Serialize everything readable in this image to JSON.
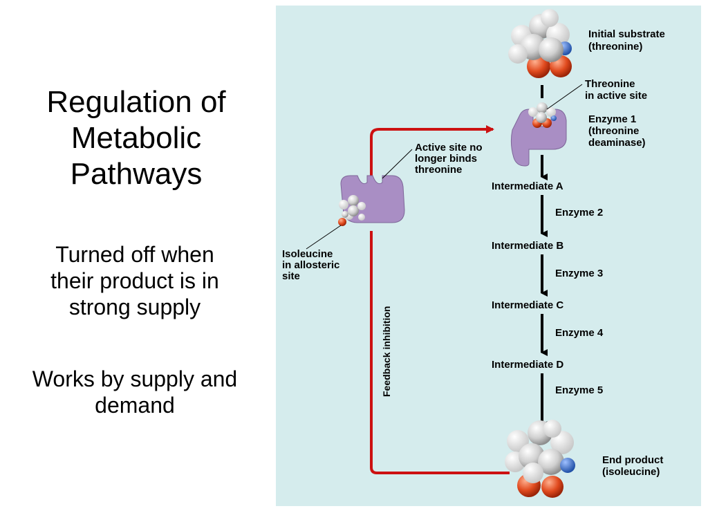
{
  "slide": {
    "title_lines": [
      "Regulation of",
      "Metabolic",
      "Pathways"
    ],
    "points": [
      [
        "Turned off when",
        "their product is in",
        "strong supply"
      ],
      [
        "Works by supply and",
        "demand"
      ]
    ]
  },
  "diagram": {
    "initial_substrate": [
      "Initial substrate",
      "(threonine)"
    ],
    "threonine_active_site": [
      "Threonine",
      "in active site"
    ],
    "enzyme1": [
      "Enzyme 1",
      "(threonine",
      "deaminase)"
    ],
    "active_site_no_longer": [
      "Active site no",
      "longer binds",
      "threonine"
    ],
    "isoleucine_allosteric": [
      "Isoleucine",
      "in allosteric",
      "site"
    ],
    "feedback_inhibition": "Feedback inhibition",
    "intermediates": [
      "Intermediate A",
      "Intermediate B",
      "Intermediate C",
      "Intermediate D"
    ],
    "enzymes": [
      "Enzyme 2",
      "Enzyme 3",
      "Enzyme 4",
      "Enzyme 5"
    ],
    "end_product": [
      "End product",
      "(isoleucine)"
    ],
    "colors": {
      "background": "#d5eced",
      "enzyme": "#a98ec4",
      "feedback_line": "#cc1111",
      "oxygen": "#e04a1e",
      "nitrogen": "#2b5fb5",
      "carbon": "#c9c9c9"
    }
  }
}
